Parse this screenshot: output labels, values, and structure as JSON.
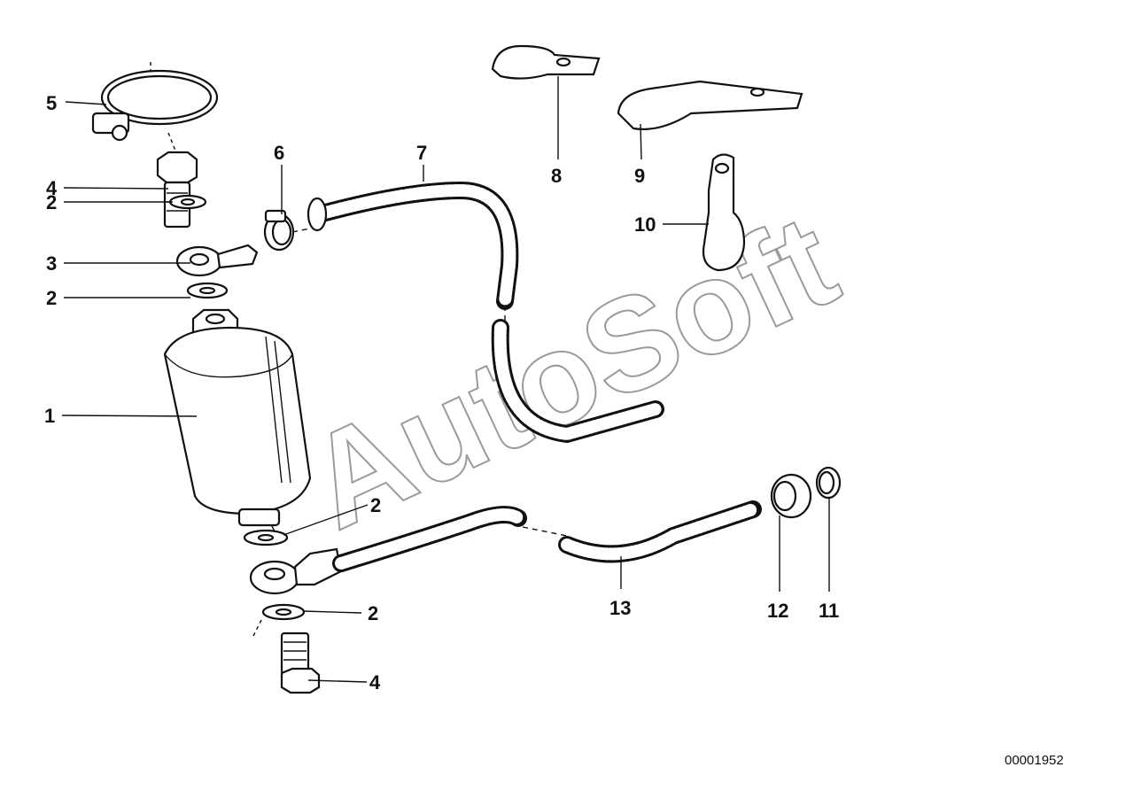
{
  "diagram": {
    "reference_number": "00001952",
    "watermark": "AutoSoft",
    "callouts": [
      {
        "id": "c1",
        "label": "1"
      },
      {
        "id": "c2a",
        "label": "2"
      },
      {
        "id": "c2b",
        "label": "2"
      },
      {
        "id": "c2c",
        "label": "2"
      },
      {
        "id": "c2d",
        "label": "2"
      },
      {
        "id": "c3",
        "label": "3"
      },
      {
        "id": "c4a",
        "label": "4"
      },
      {
        "id": "c4b",
        "label": "4"
      },
      {
        "id": "c5",
        "label": "5"
      },
      {
        "id": "c6",
        "label": "6"
      },
      {
        "id": "c7",
        "label": "7"
      },
      {
        "id": "c8",
        "label": "8"
      },
      {
        "id": "c9",
        "label": "9"
      },
      {
        "id": "c10",
        "label": "10"
      },
      {
        "id": "c11",
        "label": "11"
      },
      {
        "id": "c12",
        "label": "12"
      },
      {
        "id": "c13",
        "label": "13"
      }
    ]
  }
}
